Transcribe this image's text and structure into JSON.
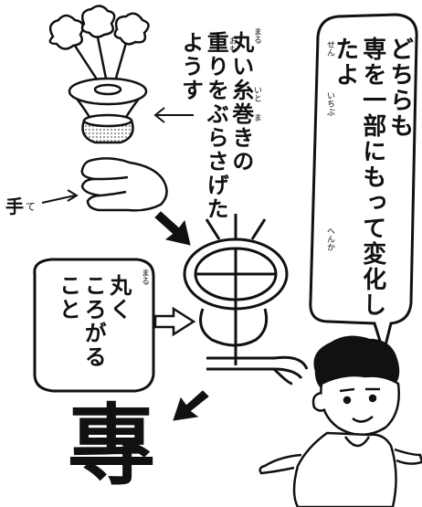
{
  "speech_bubble": {
    "line1": "どちらも",
    "line2": "専を一部にもって変化したよ",
    "ruby_sen": "せん",
    "ruby_ichibu": "いちぶ",
    "ruby_henka": "へんか"
  },
  "spool_caption": {
    "line1": "丸い糸巻きの",
    "line2": "重りをぶらさげた",
    "line3": "ようす",
    "ruby_maru": "まる",
    "ruby_ito": "いと",
    "ruby_ma": "ま",
    "ruby_omo": "おも"
  },
  "hand_label": {
    "text": "手",
    "ruby": "て"
  },
  "roll_box": {
    "line1": "丸く",
    "line2": "ころがる",
    "line3": "こと",
    "ruby_maru": "まる"
  },
  "kanji": {
    "final": "專"
  }
}
